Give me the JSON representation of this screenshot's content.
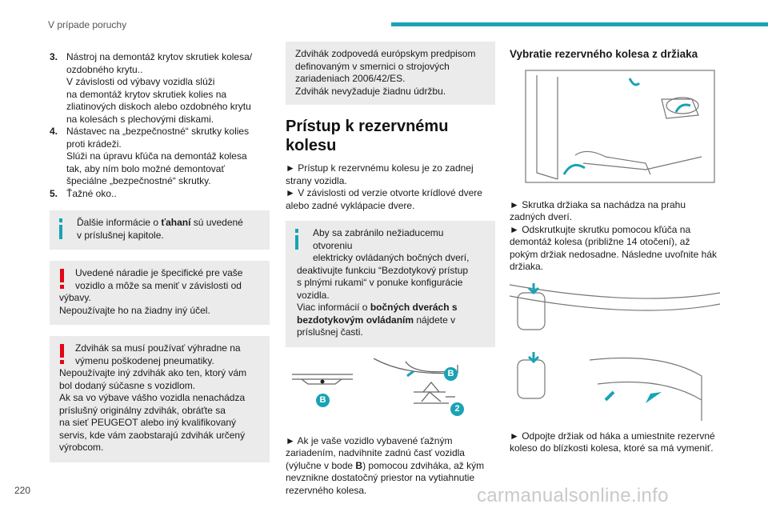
{
  "header": {
    "section": "V prípade poruchy",
    "accent_color": "#19a3b5"
  },
  "page_number": "220",
  "watermark": "carmanualsonline.info",
  "col1": {
    "items": [
      {
        "num": "3.",
        "lines": [
          "Nástroj na demontáž krytov skrutiek kolesa/",
          "ozdobného krytu..",
          "V závislosti od výbavy vozidla slúži",
          "na demontáž krytov skrutiek kolies na",
          "zliatinových diskoch alebo ozdobného krytu",
          "na kolesách s plechovými diskami."
        ]
      },
      {
        "num": "4.",
        "lines": [
          "Nástavec na „bezpečnostné“ skrutky kolies",
          "proti krádeži.",
          "Slúži na úpravu kľúča na demontáž kolesa",
          "tak, aby ním bolo možné demontovať",
          "špeciálne „bezpečnostné“ skrutky."
        ]
      },
      {
        "num": "5.",
        "lines": [
          "Ťažné oko.."
        ]
      }
    ],
    "info_box": {
      "pre": "Ďalšie informácie o ",
      "bold": "ťahaní",
      "post": " sú uvedené",
      "line2": "v príslušnej kapitole."
    },
    "warning_box_1": {
      "lines": [
        "Uvedené náradie je špecifické pre vaše",
        "vozidlo a môže sa meniť v závislosti od",
        "výbavy.",
        "Nepoužívajte ho na žiadny iný účel."
      ]
    },
    "warning_box_2": {
      "lines": [
        "Zdvihák sa musí používať výhradne na",
        "výmenu poškodenej pneumatiky.",
        "Nepoužívajte iný zdvihák ako ten, ktorý vám",
        "bol dodaný súčasne s vozidlom.",
        "Ak sa vo výbave vášho vozidla nenachádza",
        "príslušný originálny zdvihák, obráťte sa",
        "na sieť PEUGEOT alebo iný kvalifikovaný",
        "servis, kde vám zaobstarajú zdvihák určený",
        "výrobcom."
      ]
    }
  },
  "col2": {
    "top_box": {
      "lines": [
        "Zdvihák zodpovedá európskym predpisom",
        "definovaným v smernici o strojových",
        "zariadeniach 2006/42/ES.",
        "Zdvihák nevyžaduje žiadnu údržbu."
      ]
    },
    "heading": "Prístup k rezervnému kolesu",
    "para1": [
      "► Prístup k rezervnému kolesu je zo zadnej",
      "strany vozidla.",
      "► V závislosti od verzie otvorte krídlové dvere",
      "alebo zadné vyklápacie dvere."
    ],
    "info_box": {
      "lines1": [
        "Aby sa zabránilo nežiaducemu otvoreniu",
        "elektricky ovládaných bočných dverí,"
      ],
      "lines2": [
        "deaktivujte funkciu “Bezdotykový prístup",
        "s plnými rukami“ v ponuke konfigurácie",
        "vozidla."
      ],
      "pre": "Viac informácií o ",
      "bold1": "bočných dverách s",
      "bold2": "bezdotykovým ovládaním",
      "post": " nájdete v",
      "last": "príslušnej časti."
    },
    "figure_labels": {
      "left": "B",
      "right_top": "B",
      "right_bottom": "2"
    },
    "para2": [
      "► Ak je vaše vozidlo vybavené ťažným",
      "zariadením, nadvihnite zadnú časť vozidla",
      "(výlučne v bode ",
      "B",
      ") pomocou zdviháka, až kým",
      "nevznikne dostatočný priestor na vytiahnutie",
      "rezervného kolesa."
    ]
  },
  "col3": {
    "heading": "Vybratie rezervného kolesa z držiaka",
    "para1": [
      "► Skrutka držiaka sa nachádza na prahu",
      "zadných dverí.",
      "► Odskrutkujte skrutku pomocou kľúča na",
      "demontáž kolesa (približne 14 otočení), až",
      "pokým držiak nedosadne. Následne uvoľnite hák",
      "držiaka."
    ],
    "para2": [
      "► Odpojte držiak od háka a umiestnite rezervné",
      "koleso do blízkosti kolesa, ktoré sa má vymeniť."
    ]
  },
  "colors": {
    "info": "#19a3b5",
    "warning": "#e30613",
    "box": "#ebebeb"
  }
}
